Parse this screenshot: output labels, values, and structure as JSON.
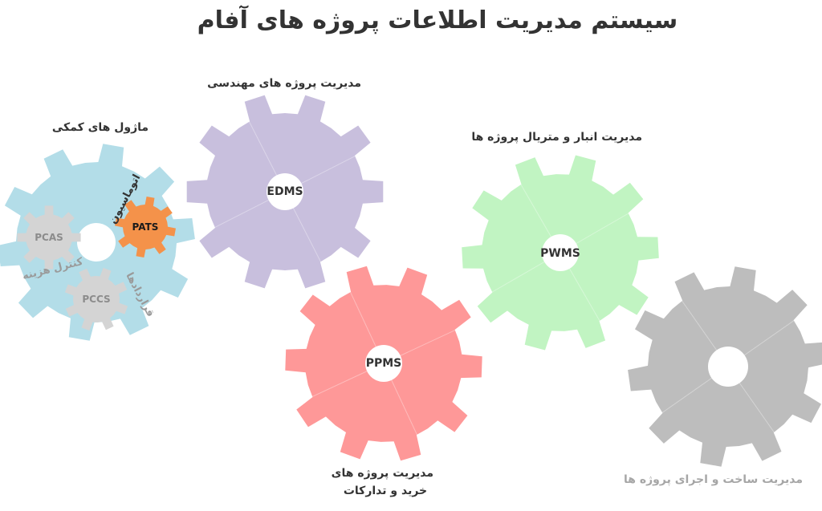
{
  "title": "سیستم مدیریت اطلاعات پروژه های آفام",
  "colors": {
    "support": "#b3dde8",
    "edms": "#c8bfdd",
    "pwms": "#c1f4c2",
    "ppms": "#fe9898",
    "construction": "#bdbdbd",
    "pats": "#f4924a",
    "small_gear": "#d4d4d4"
  },
  "gears": {
    "support": {
      "label": "ماژول های کمکی",
      "icon": "gear-icon"
    },
    "edms": {
      "code": "EDMS",
      "label": "مدیریت پروژه های مهندسی",
      "icon": "gear-icon"
    },
    "pwms": {
      "code": "PWMS",
      "label": "مدیریت انبار و متریال پروژه ها",
      "icon": "gear-icon"
    },
    "ppms": {
      "code": "PPMS",
      "label_line1": "مدیریت پروژه های",
      "label_line2": "خرید و تدارکات",
      "icon": "gear-icon"
    },
    "construction": {
      "label": "مدیریت ساخت و اجرای پروژه ها",
      "icon": "gear-icon"
    }
  },
  "sub_modules": {
    "pats": {
      "code": "PATS",
      "label": "اتوماسیون"
    },
    "pcas": {
      "code": "PCAS"
    },
    "pccs": {
      "code": "PCCS",
      "label": "کنترل هزینه"
    },
    "contracts": {
      "label": "قراردادها"
    }
  }
}
